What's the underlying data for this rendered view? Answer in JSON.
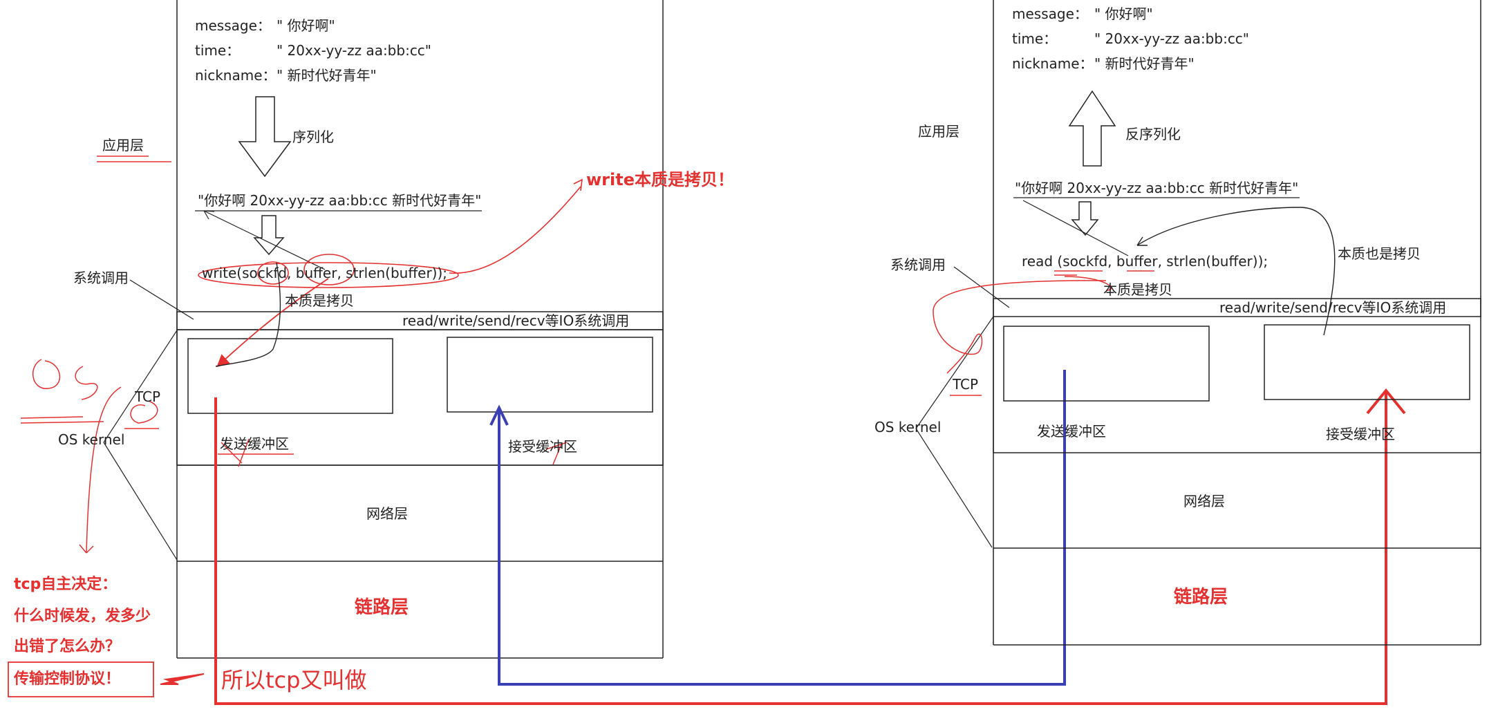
{
  "colors": {
    "red": "#e53030",
    "blue": "#3a3fb5",
    "ink": "#222222"
  },
  "left": {
    "fields": {
      "message_label": "message：",
      "message_value": "\" 你好啊\"",
      "time_label": "time：",
      "time_value": "\" 20xx-yy-zz aa:bb:cc\"",
      "nickname_label": "nickname：",
      "nickname_value": "\" 新时代好青年\""
    },
    "arrow_label": "序列化",
    "serialized_string": "\"你好啊 20xx-yy-zz aa:bb:cc 新时代好青年\"",
    "syscall": "write(sockfd, buffer, strlen(buffer));",
    "copy_note": "本质是拷贝",
    "io_bar": "read/write/send/recv等IO系统调用",
    "send_buffer": "发送缓冲区",
    "recv_buffer": "接受缓冲区",
    "network_layer": "网络层",
    "link_layer": "链路层",
    "layer_app": "应用层",
    "layer_syscall": "系统调用",
    "layer_tcp": "TCP",
    "layer_kernel": "OS kernel"
  },
  "right": {
    "fields": {
      "message_label": "message：",
      "message_value": "\" 你好啊\"",
      "time_label": "time：",
      "time_value": "\" 20xx-yy-zz aa:bb:cc\"",
      "nickname_label": "nickname：",
      "nickname_value": "\" 新时代好青年\""
    },
    "arrow_label": "反序列化",
    "serialized_string": "\"你好啊 20xx-yy-zz aa:bb:cc 新时代好青年\"",
    "syscall": "read (sockfd, buffer, strlen(buffer));",
    "copy_note": "本质是拷贝",
    "copy_note_2": "本质也是拷贝",
    "io_bar": "read/write/send/recv等IO系统调用",
    "send_buffer": "发送缓冲区",
    "recv_buffer": "接受缓冲区",
    "network_layer": "网络层",
    "link_layer": "链路层",
    "layer_app": "应用层",
    "layer_syscall": "系统调用",
    "layer_tcp": "TCP",
    "layer_kernel": "OS kernel"
  },
  "annotations": {
    "write_copy": "write本质是拷贝！",
    "tcp_line1": "tcp自主决定：",
    "tcp_line2": "什么时候发，发多少",
    "tcp_line3": "出错了怎么办？",
    "tcp_protocol": "传输控制协议！",
    "so_tcp": "所以tcp又叫做"
  }
}
